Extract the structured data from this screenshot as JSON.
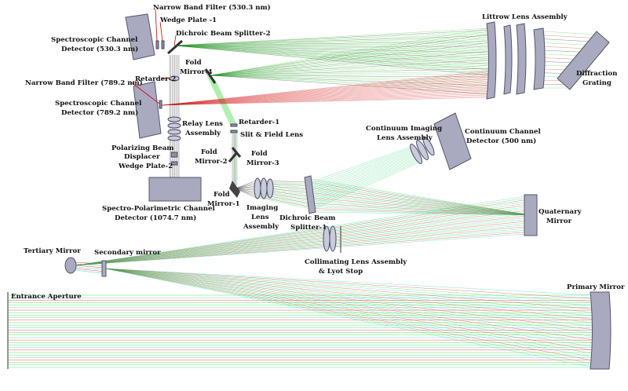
{
  "labels": {
    "narrow_band_530": "Narrow Band Filter (530.3 nm)",
    "wedge_plate_1": "Wedge Plate -1",
    "dichroic_2": "Dichroic Beam Splitter-2",
    "spec_det_530_l1": "Spectroscopic Channel",
    "spec_det_530_l2": "Detector (530.3 nm)",
    "narrow_band_789": "Narrow Band Filter (789.2 nm)",
    "retarder_2": "Retarder-2",
    "spec_det_789_l1": "Spectroscopic Channel",
    "spec_det_789_l2": "Detector (789.2 nm)",
    "fold_mirror_4_l1": "Fold",
    "fold_mirror_4_l2": "Mirror-4",
    "relay_lens_l1": "Relay Lens",
    "relay_lens_l2": "Assembly",
    "retarder_1": "Retarder-1",
    "slit_field_lens": "Slit & Field Lens",
    "pbd_l1": "Polarizing Beam",
    "pbd_l2": "Displacer",
    "wedge_plate_2": "Wedge Plate-2",
    "fold_mirror_2_l1": "Fold",
    "fold_mirror_2_l2": "Mirror-2",
    "fold_mirror_3_l1": "Fold",
    "fold_mirror_3_l2": "Mirror-3",
    "fold_mirror_1_l1": "Fold",
    "fold_mirror_1_l2": "Mirror-1",
    "imaging_l1": "Imaging",
    "imaging_l2": "Lens",
    "imaging_l3": "Assembly",
    "spectro_pol_l1": "Spectro-Polarimetric Channel",
    "spectro_pol_l2": "Detector (1074.7 nm)",
    "littrow": "Littrow Lens Assembly",
    "diffraction_l1": "Diffraction",
    "diffraction_l2": "Grating",
    "cont_imaging_l1": "Continuum Imaging",
    "cont_imaging_l2": "Lens Assembly",
    "cont_det_l1": "Continuum Channel",
    "cont_det_l2": "Detector (500 nm)",
    "dichroic_1_l1": "Dichroic Beam",
    "dichroic_1_l2": "Splitter-1",
    "quaternary_l1": "Quaternary",
    "quaternary_l2": "Mirror",
    "tertiary": "Tertiary Mirror",
    "secondary": "Secondary mirror",
    "collimating_l1": "Collimating Lens Assembly",
    "collimating_l2": "& Lyot Stop",
    "entrance": "Entrance Aperture",
    "primary": "Primary Mirror"
  },
  "colors": {
    "ray_green": "#1fd11f",
    "ray_red": "#d21a1a",
    "ray_black": "#1a1a1a",
    "ray_cyan": "#19c8b4",
    "optic_fill": "#a9aabf",
    "label_text": "#111111",
    "pointer": "#cc0000"
  }
}
